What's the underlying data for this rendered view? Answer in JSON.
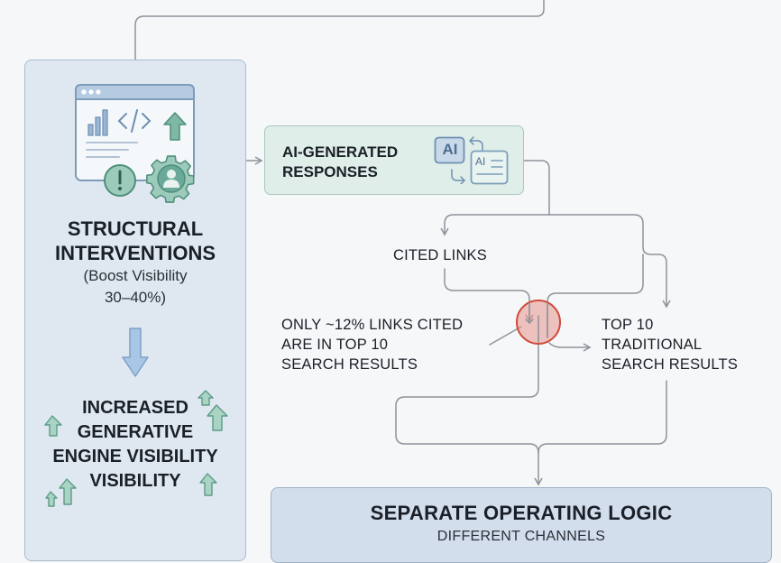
{
  "structural": {
    "title_line1": "STRUCTURAL",
    "title_line2": "INTERVENTIONS",
    "sub_line1": "(Boost Visibility",
    "sub_line2": "30–40%)"
  },
  "increased": {
    "line1": "INCREASED",
    "line2": "GENERATIVE",
    "line3": "ENGINE VISIBILITY",
    "line4": "VISIBILITY"
  },
  "ai_responses": {
    "line1": "AI-GENERATED",
    "line2": "RESPONSES",
    "badge_large": "AI",
    "badge_small": "AI"
  },
  "cited_links": "CITED LINKS",
  "only_cited": {
    "line1": "ONLY ~12% LINKS CITED",
    "line2": "ARE IN TOP 10",
    "line3": "SEARCH RESULTS"
  },
  "top10": {
    "line1": "TOP 10",
    "line2": "TRADITIONAL",
    "line3": "SEARCH RESULTS"
  },
  "separate": {
    "title": "SEPARATE OPERATING LOGIC",
    "subtitle": "DIFFERENT CHANNELS"
  },
  "colors": {
    "left_panel": "#dfe8f1",
    "ai_box": "#dfeee9",
    "bottom_box": "#d2deec",
    "teal_accent": "#6aa99a",
    "red_accent": "#d04a3a",
    "wire": "#8d939b"
  },
  "icons": [
    "browser-window-icon",
    "bar-chart-icon",
    "code-brackets-icon",
    "up-arrow-icon",
    "alert-icon",
    "gear-user-icon",
    "down-arrow-icon",
    "ai-chip-icon",
    "ai-document-icon",
    "swap-arrows-icon",
    "intersection-marker-icon"
  ]
}
